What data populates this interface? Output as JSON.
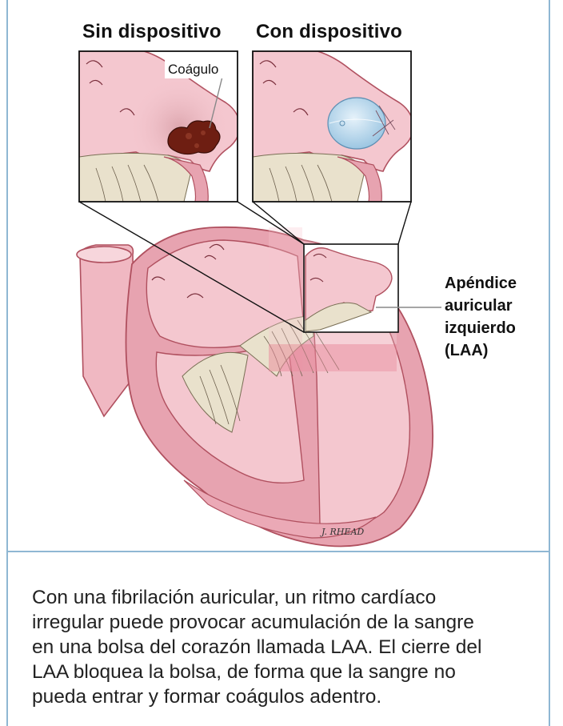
{
  "labels": {
    "without_device": "Sin dispositivo",
    "with_device": "Con dispositivo",
    "clot": "Coágulo",
    "laa": [
      "Apéndice",
      "auricular",
      "izquierdo",
      "(LAA)"
    ],
    "signature": "J. RHEAD"
  },
  "caption": {
    "lines": [
      "Con una fibrilación auricular, un ritmo cardíaco",
      "irregular puede provocar acumulación de la sangre",
      "en una bolsa del corazón llamada LAA. El cierre del",
      "LAA bloquea la bolsa, de forma que la sangre no",
      "pueda entrar y formar coágulos adentro."
    ]
  },
  "colors": {
    "border": "#8fb7d3",
    "heart_pink": "#f4c7cf",
    "heart_dark": "#e89aa8",
    "muscle": "#e7a3b0",
    "valve": "#e9e1cc",
    "clot": "#6e1e12",
    "device": "#b6d6ec"
  }
}
